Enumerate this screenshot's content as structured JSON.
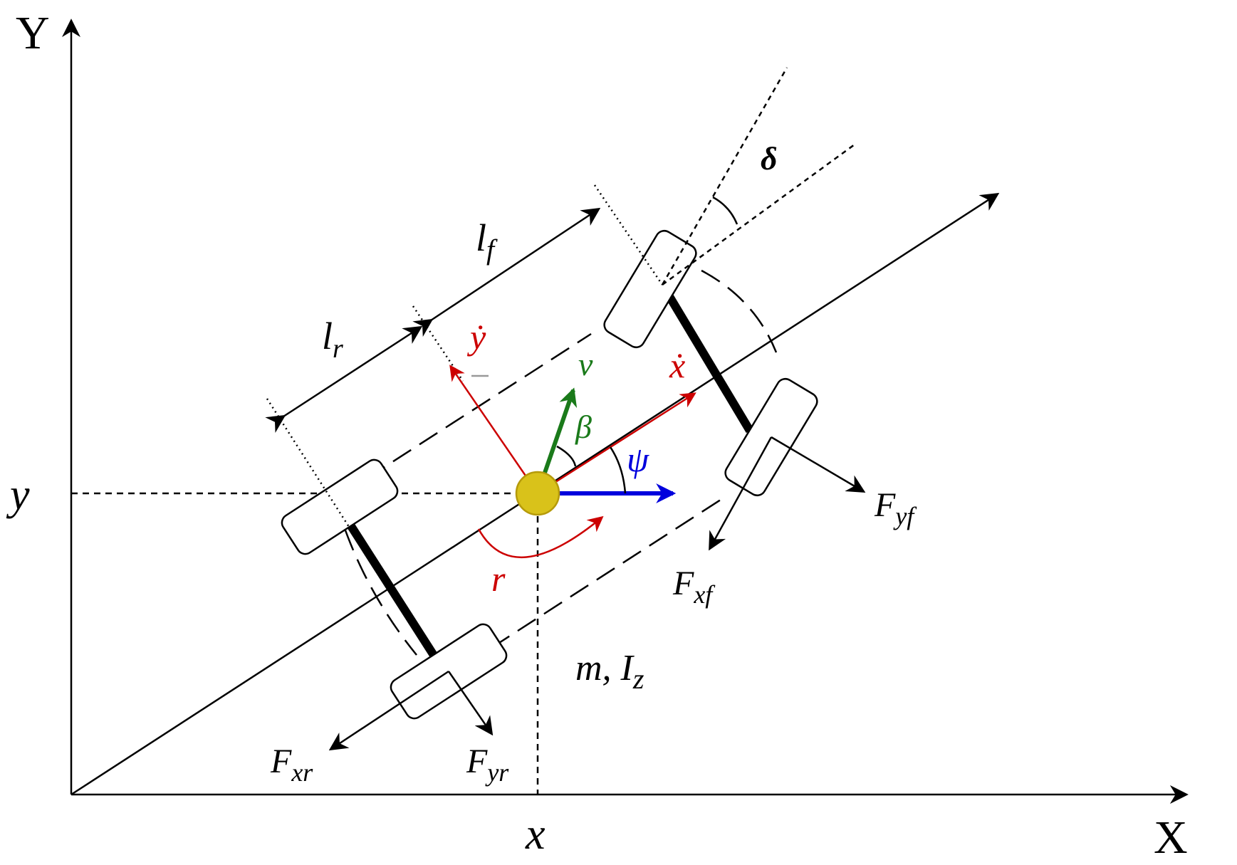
{
  "labels": {
    "axis_X": "X",
    "axis_Y": "Y",
    "pos_x": "x",
    "pos_y": "y",
    "delta": "δ",
    "l_f": "l",
    "l_f_sub": "f",
    "l_r": "l",
    "l_r_sub": "r",
    "y_dot": "ẏ",
    "x_dot": "ẋ",
    "v": "v",
    "beta": "β",
    "psi": "ψ",
    "r": "r",
    "F_yf": "F",
    "F_yf_sub": "yf",
    "F_xf": "F",
    "F_xf_sub": "xf",
    "F_xr": "F",
    "F_xr_sub": "xr",
    "F_yr": "F",
    "F_yr_sub": "yr",
    "mass": "m, I",
    "mass_sub": "z"
  },
  "colors": {
    "black": "#000000",
    "red": "#cc0000",
    "green": "#1a7a1a",
    "blue": "#0000dd",
    "cg_fill": "#d9c21a",
    "cg_stroke": "#b59a0a"
  }
}
